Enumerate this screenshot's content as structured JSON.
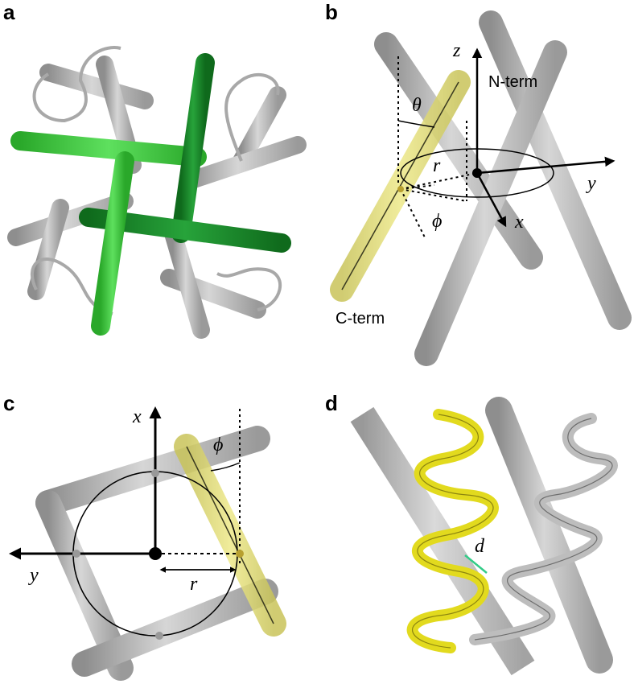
{
  "panels": {
    "a": {
      "letter": "a"
    },
    "b": {
      "letter": "b",
      "axis_z": "z",
      "axis_y": "y",
      "axis_x": "x",
      "theta": "θ",
      "r": "r",
      "phi": "ϕ",
      "n_term": "N-term",
      "c_term": "C-term"
    },
    "c": {
      "letter": "c",
      "axis_x": "x",
      "axis_y": "y",
      "r": "r",
      "phi": "ϕ"
    },
    "d": {
      "letter": "d",
      "distance": "d"
    }
  },
  "colors": {
    "helix_gray": "#c8c8c8",
    "helix_green_light": "#3fcf3f",
    "helix_green_dark": "#1a8a2a",
    "helix_yellow": "#e6e24a",
    "loop_gray": "#9a9a9a"
  }
}
